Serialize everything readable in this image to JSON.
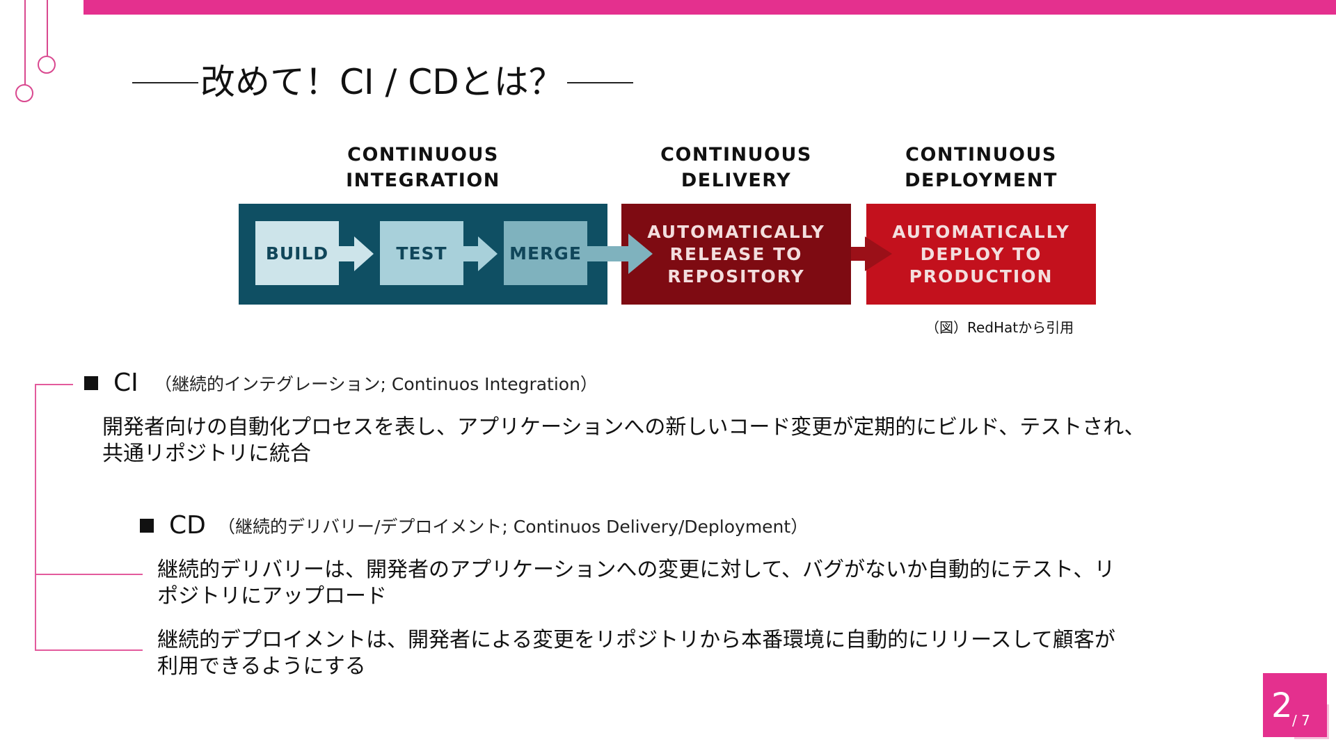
{
  "title": "改めて！CI / CDとは？",
  "diagram": {
    "stages": [
      {
        "title_line1": "CONTINUOUS",
        "title_line2": "INTEGRATION"
      },
      {
        "title_line1": "CONTINUOUS",
        "title_line2": "DELIVERY"
      },
      {
        "title_line1": "CONTINUOUS",
        "title_line2": "DEPLOYMENT"
      }
    ],
    "ci_steps": [
      "BUILD",
      "TEST",
      "MERGE"
    ],
    "delivery_text": "AUTOMATICALLY\nRELEASE TO\nREPOSITORY",
    "deployment_text": "AUTOMATICALLY\nDEPLOY TO\nPRODUCTION",
    "credit": "（図）RedHatから引用",
    "colors": {
      "ci_panel": "#0f4f63",
      "build": "#cde4ea",
      "test": "#a8d0da",
      "merge": "#7fb2be",
      "delivery_panel": "#7e0b12",
      "deployment_panel": "#c3111d"
    }
  },
  "ci": {
    "label": "CI",
    "subtitle": "（継続的インテグレーション; Continuos Integration）",
    "body_line1": "開発者向けの自動化プロセスを表し、アプリケーションへの新しいコード変更が定期的にビルド、テストされ、",
    "body_line2": "共通リポジトリに統合"
  },
  "cd": {
    "label": "CD",
    "subtitle": "（継続的デリバリー/デプロイメント; Continuos Delivery/Deployment）",
    "delivery_line1": "継続的デリバリーは、開発者のアプリケーションへの変更に対して、バグがないか自動的にテスト、リ",
    "delivery_line2": "ポジトリにアップロード",
    "deployment_line1": "継続的デプロイメントは、開発者による変更をリポジトリから本番環境に自動的にリリースして顧客が",
    "deployment_line2": "利用できるようにする"
  },
  "page": {
    "current": "2",
    "total": "/ 7"
  },
  "accent_color": "#e4308e"
}
